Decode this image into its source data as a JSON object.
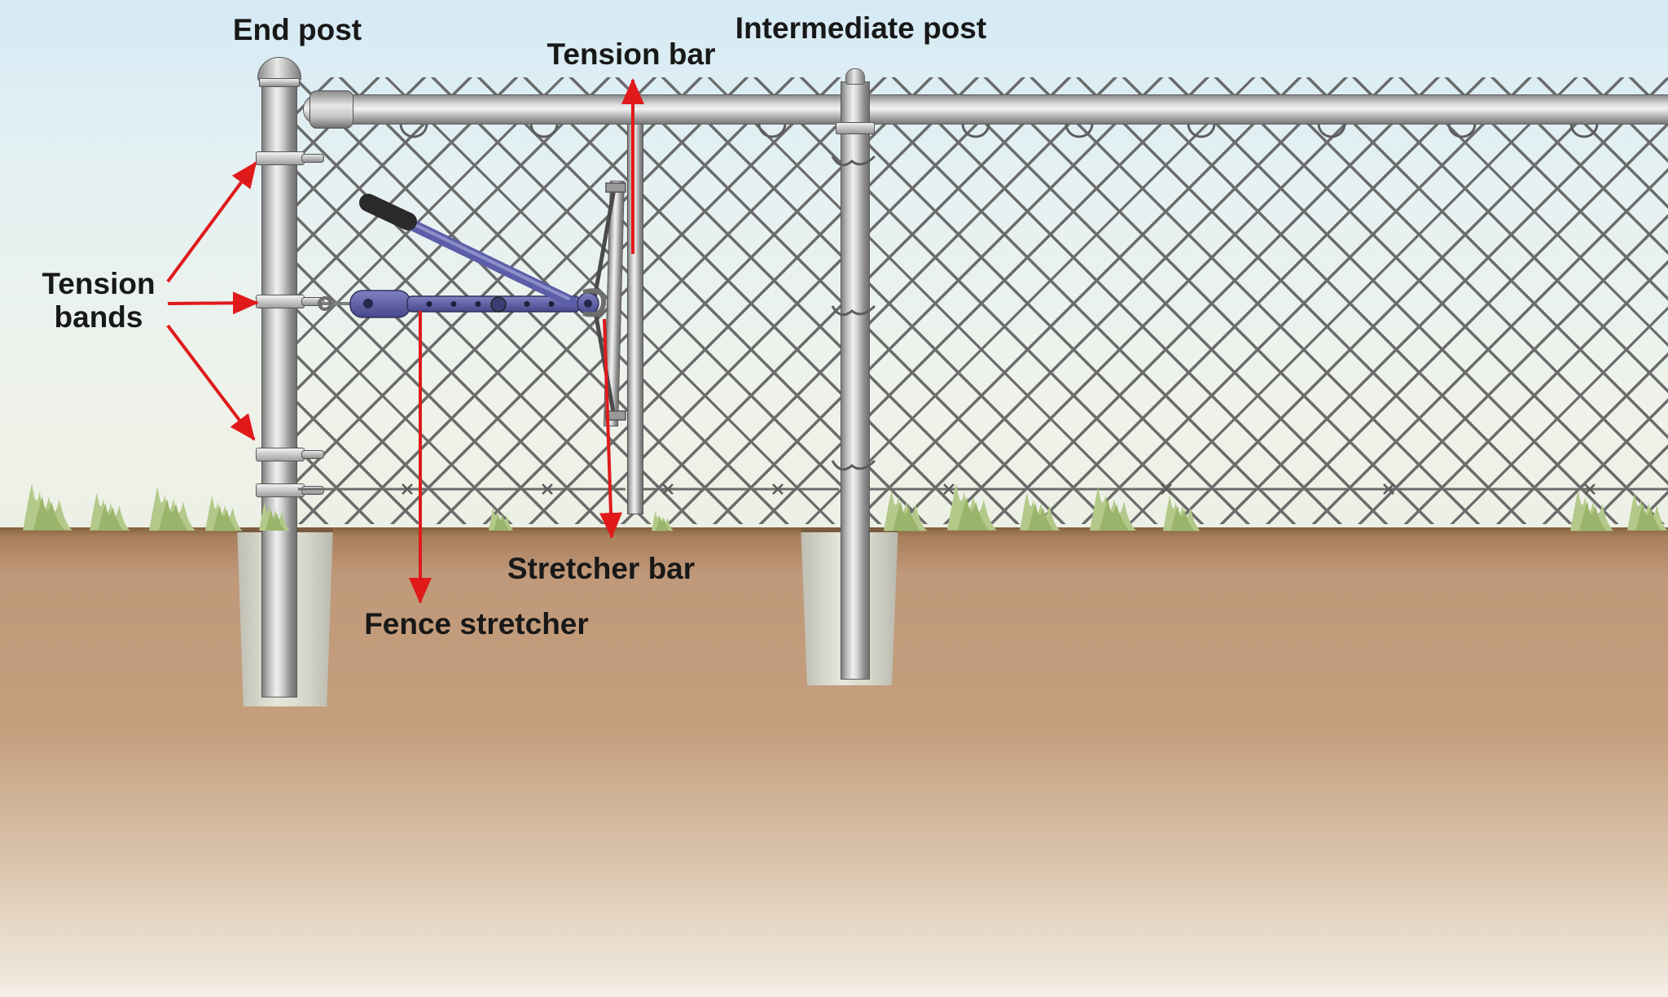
{
  "labels": {
    "end_post": "End post",
    "intermediate_post": "Intermediate post",
    "tension_bar": "Tension bar",
    "tension_bands": "Tension bands",
    "stretcher_bar": "Stretcher bar",
    "fence_stretcher": "Fence stretcher"
  },
  "colors": {
    "arrow_red": "#e01a1b",
    "tool_blue": "#5c5ea9",
    "mesh_line": "#616161",
    "sky_top": "#d5eaf5",
    "ground_brown": "#c0997a",
    "grass_green": "#b3c98a",
    "metal_light": "#f0f0f0"
  }
}
